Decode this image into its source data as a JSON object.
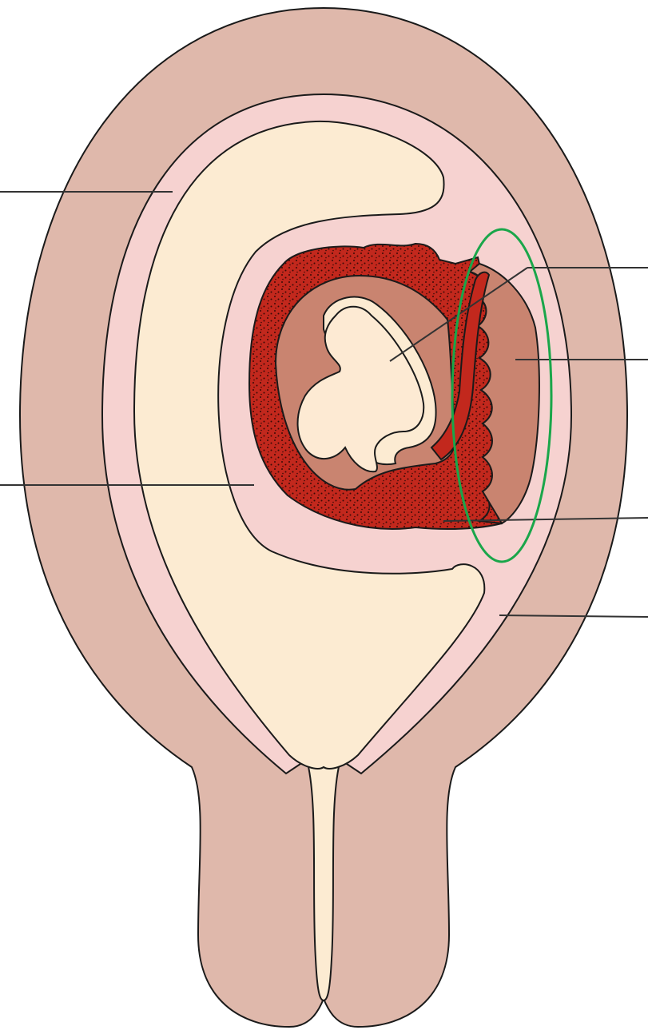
{
  "diagram": {
    "type": "anatomical-illustration",
    "labels": [],
    "leader_line_count": 6,
    "highlight": {
      "shape": "ellipse",
      "color": "#1aa64a"
    },
    "colors": {
      "uterine_wall": "#dfb8ab",
      "decidua": "#f6d2d0",
      "uterine_cavity": "#fcebd2",
      "chorion": "#c2281d",
      "placenta_tissue": "#c98470",
      "embryo": "#fdead3",
      "outline": "#1a1a1a",
      "leader_line": "#333333"
    }
  }
}
